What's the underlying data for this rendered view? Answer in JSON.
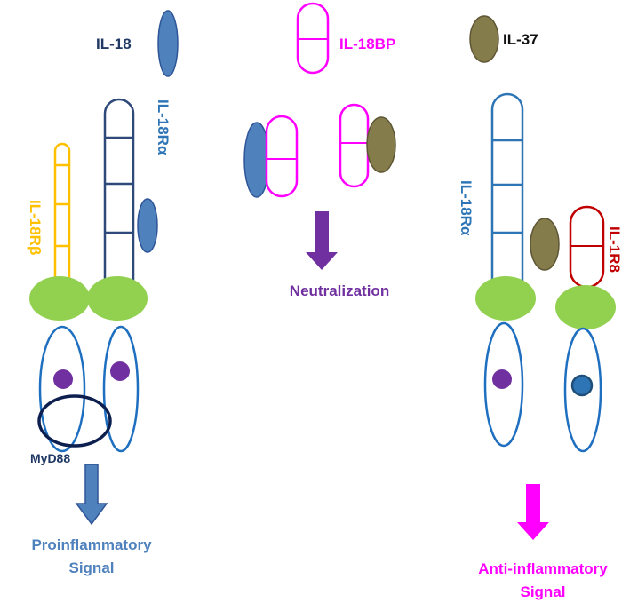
{
  "labels": {
    "il18": "IL-18",
    "il18bp": "IL-18BP",
    "il37": "IL-37",
    "il18ra_left": "IL-18Rα",
    "il18rb": "IL-18Rβ",
    "il18ra_right": "IL-18Rα",
    "il1r8": "IL-1R8",
    "myd88": "MyD88",
    "neutralization": "Neutralization",
    "proinflammatory_line1": "Proinflammatory",
    "proinflammatory_line2": "Signal",
    "antiinflammatory_line1": "Anti-inflammatory",
    "antiinflammatory_line2": "Signal"
  },
  "colors": {
    "il18": "#4f81bd",
    "il18_text": "#1f3864",
    "il18bp": "#ff00ff",
    "il37": "#857c4c",
    "il18ra": "#2e75b6",
    "il18ra_left_outline": "#2f4a7a",
    "il18rb": "#ffc000",
    "il1r8": "#c00000",
    "tir_domain": "#92d050",
    "intracellular_outline": "#1f6fc0",
    "dot": "#7030a0",
    "myd88": "#0d1f4f",
    "neutralization": "#7030a0",
    "proinflammatory": "#4f81bd",
    "antiinflammatory": "#ff00ff"
  }
}
